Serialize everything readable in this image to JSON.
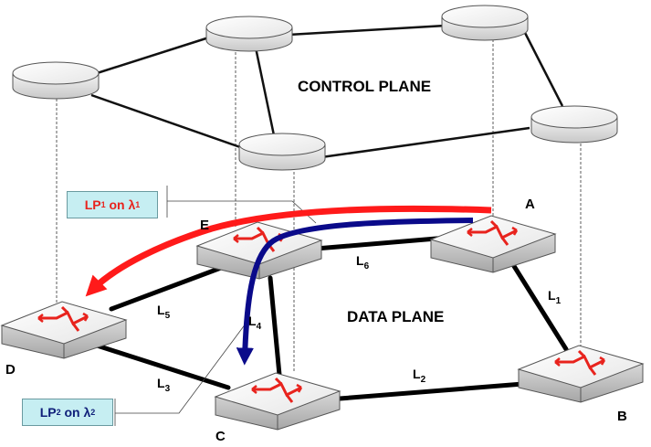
{
  "labels": {
    "control_plane": "CONTROL PLANE",
    "data_plane": "DATA PLANE"
  },
  "nodes": {
    "A": "A",
    "B": "B",
    "C": "C",
    "D": "D",
    "E": "E"
  },
  "links": {
    "L1": {
      "main": "L",
      "sub": "1"
    },
    "L2": {
      "main": "L",
      "sub": "2"
    },
    "L3": {
      "main": "L",
      "sub": "3"
    },
    "L4": {
      "main": "L",
      "sub": "4"
    },
    "L5": {
      "main": "L",
      "sub": "5"
    },
    "L6": {
      "main": "L",
      "sub": "6"
    }
  },
  "lightpaths": {
    "lp1": {
      "prefix": "LP",
      "index": "1",
      "on": "on",
      "lambda": "λ",
      "lambda_index": "1",
      "color": "#e8231d"
    },
    "lp2": {
      "prefix": "LP",
      "index": "2",
      "on": "on",
      "lambda": "λ",
      "lambda_index": "2",
      "color": "#10207a"
    }
  }
}
